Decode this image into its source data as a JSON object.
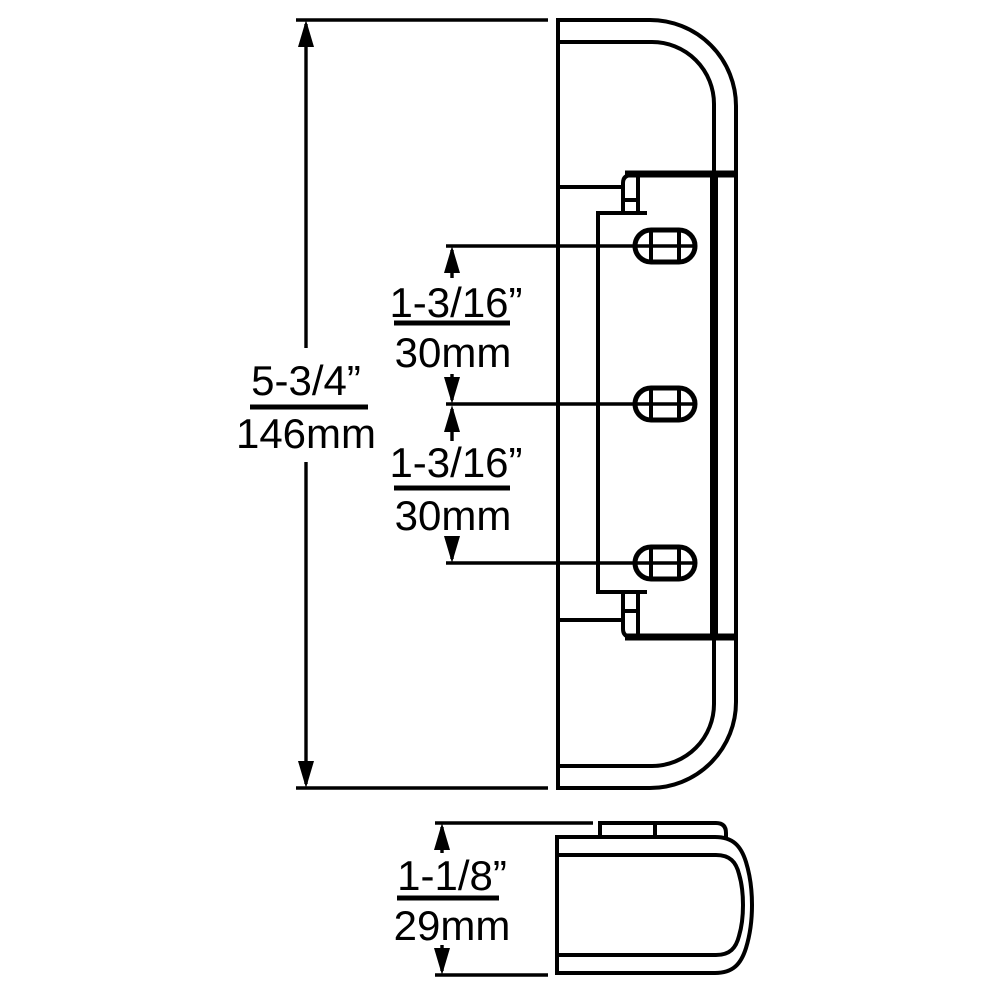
{
  "drawing": {
    "background_color": "#ffffff",
    "line_color": "#000000",
    "views": {
      "side_view": {
        "slot_count": 3
      },
      "bottom_view": {
        "tab_count": 2
      }
    },
    "dimensions": {
      "overall_height": {
        "inches": "5-3/4”",
        "mm": "146mm"
      },
      "slot_spacing_upper": {
        "inches": "1-3/16”",
        "mm": "30mm"
      },
      "slot_spacing_lower": {
        "inches": "1-3/16”",
        "mm": "30mm"
      },
      "depth": {
        "inches": "1-1/8”",
        "mm": "29mm"
      }
    }
  }
}
